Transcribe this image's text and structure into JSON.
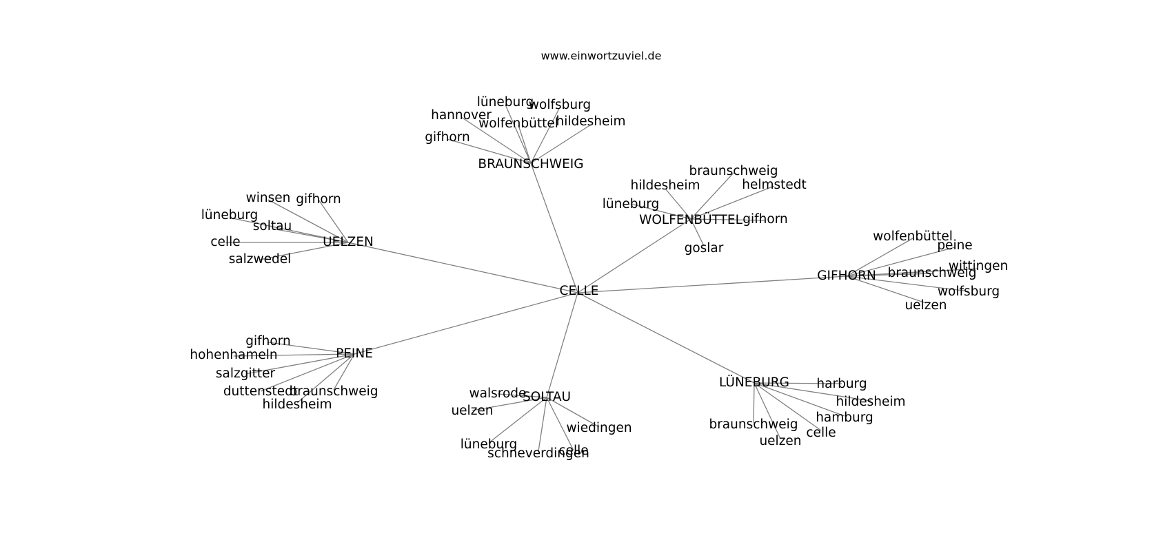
{
  "title": "www.einwortzuviel.de",
  "colors": {
    "edge": "#808080",
    "label": "#000000",
    "background": "#ffffff"
  },
  "graph": {
    "root": "celle",
    "nodes": [
      {
        "id": "celle",
        "label": "CELLE"
      },
      {
        "id": "braunschweig",
        "label": "BRAUNSCHWEIG"
      },
      {
        "id": "braunschweig-luneburg",
        "label": "lüneburg"
      },
      {
        "id": "braunschweig-wolfsburg",
        "label": "wolfsburg"
      },
      {
        "id": "braunschweig-hannover",
        "label": "hannover"
      },
      {
        "id": "braunschweig-wolfenbuttel",
        "label": "wolfenbüttel"
      },
      {
        "id": "braunschweig-hildesheim",
        "label": "hildesheim"
      },
      {
        "id": "braunschweig-gifhorn",
        "label": "gifhorn"
      },
      {
        "id": "wolfenbuttel",
        "label": "WOLFENBÜTTEL"
      },
      {
        "id": "wolfenbuttel-braunschweig",
        "label": "braunschweig"
      },
      {
        "id": "wolfenbuttel-hildesheim",
        "label": "hildesheim"
      },
      {
        "id": "wolfenbuttel-helmstedt",
        "label": "helmstedt"
      },
      {
        "id": "wolfenbuttel-luneburg",
        "label": "lüneburg"
      },
      {
        "id": "wolfenbuttel-gifhorn",
        "label": "gifhorn"
      },
      {
        "id": "wolfenbuttel-goslar",
        "label": "goslar"
      },
      {
        "id": "uelzen",
        "label": "UELZEN"
      },
      {
        "id": "uelzen-winsen",
        "label": "winsen"
      },
      {
        "id": "uelzen-gifhorn",
        "label": "gifhorn"
      },
      {
        "id": "uelzen-luneburg",
        "label": "lüneburg"
      },
      {
        "id": "uelzen-soltau",
        "label": "soltau"
      },
      {
        "id": "uelzen-celle",
        "label": "celle"
      },
      {
        "id": "uelzen-salzwedel",
        "label": "salzwedel"
      },
      {
        "id": "gifhorn",
        "label": "GIFHORN"
      },
      {
        "id": "gifhorn-wolfenbuttel",
        "label": "wolfenbüttel"
      },
      {
        "id": "gifhorn-peine",
        "label": "peine"
      },
      {
        "id": "gifhorn-wittingen",
        "label": "wittingen"
      },
      {
        "id": "gifhorn-braunschweig",
        "label": "braunschweig"
      },
      {
        "id": "gifhorn-wolfsburg",
        "label": "wolfsburg"
      },
      {
        "id": "gifhorn-uelzen",
        "label": "uelzen"
      },
      {
        "id": "peine",
        "label": "PEINE"
      },
      {
        "id": "peine-gifhorn",
        "label": "gifhorn"
      },
      {
        "id": "peine-hohenhameln",
        "label": "hohenhameln"
      },
      {
        "id": "peine-salzgitter",
        "label": "salzgitter"
      },
      {
        "id": "peine-duttenstedt",
        "label": "duttenstedt"
      },
      {
        "id": "peine-braunschweig",
        "label": "braunschweig"
      },
      {
        "id": "peine-hildesheim",
        "label": "hildesheim"
      },
      {
        "id": "soltau",
        "label": "SOLTAU"
      },
      {
        "id": "soltau-walsrode",
        "label": "walsrode"
      },
      {
        "id": "soltau-uelzen",
        "label": "uelzen"
      },
      {
        "id": "soltau-wiedingen",
        "label": "wiedingen"
      },
      {
        "id": "soltau-luneburg",
        "label": "lüneburg"
      },
      {
        "id": "soltau-schneverdingen",
        "label": "schneverdingen"
      },
      {
        "id": "soltau-celle",
        "label": "celle"
      },
      {
        "id": "luneburg",
        "label": "LÜNEBURG"
      },
      {
        "id": "luneburg-harburg",
        "label": "harburg"
      },
      {
        "id": "luneburg-hildesheim",
        "label": "hildesheim"
      },
      {
        "id": "luneburg-hamburg",
        "label": "hamburg"
      },
      {
        "id": "luneburg-braunschweig",
        "label": "braunschweig"
      },
      {
        "id": "luneburg-celle",
        "label": "celle"
      },
      {
        "id": "luneburg-uelzen",
        "label": "uelzen"
      }
    ],
    "edges": [
      [
        "celle",
        "braunschweig"
      ],
      [
        "celle",
        "wolfenbuttel"
      ],
      [
        "celle",
        "uelzen"
      ],
      [
        "celle",
        "gifhorn"
      ],
      [
        "celle",
        "peine"
      ],
      [
        "celle",
        "soltau"
      ],
      [
        "celle",
        "luneburg"
      ],
      [
        "braunschweig",
        "braunschweig-luneburg"
      ],
      [
        "braunschweig",
        "braunschweig-wolfsburg"
      ],
      [
        "braunschweig",
        "braunschweig-hannover"
      ],
      [
        "braunschweig",
        "braunschweig-wolfenbuttel"
      ],
      [
        "braunschweig",
        "braunschweig-hildesheim"
      ],
      [
        "braunschweig",
        "braunschweig-gifhorn"
      ],
      [
        "wolfenbuttel",
        "wolfenbuttel-braunschweig"
      ],
      [
        "wolfenbuttel",
        "wolfenbuttel-hildesheim"
      ],
      [
        "wolfenbuttel",
        "wolfenbuttel-helmstedt"
      ],
      [
        "wolfenbuttel",
        "wolfenbuttel-luneburg"
      ],
      [
        "wolfenbuttel",
        "wolfenbuttel-gifhorn"
      ],
      [
        "wolfenbuttel",
        "wolfenbuttel-goslar"
      ],
      [
        "uelzen",
        "uelzen-winsen"
      ],
      [
        "uelzen",
        "uelzen-gifhorn"
      ],
      [
        "uelzen",
        "uelzen-luneburg"
      ],
      [
        "uelzen",
        "uelzen-soltau"
      ],
      [
        "uelzen",
        "uelzen-celle"
      ],
      [
        "uelzen",
        "uelzen-salzwedel"
      ],
      [
        "gifhorn",
        "gifhorn-wolfenbuttel"
      ],
      [
        "gifhorn",
        "gifhorn-peine"
      ],
      [
        "gifhorn",
        "gifhorn-wittingen"
      ],
      [
        "gifhorn",
        "gifhorn-braunschweig"
      ],
      [
        "gifhorn",
        "gifhorn-wolfsburg"
      ],
      [
        "gifhorn",
        "gifhorn-uelzen"
      ],
      [
        "peine",
        "peine-gifhorn"
      ],
      [
        "peine",
        "peine-hohenhameln"
      ],
      [
        "peine",
        "peine-salzgitter"
      ],
      [
        "peine",
        "peine-duttenstedt"
      ],
      [
        "peine",
        "peine-braunschweig"
      ],
      [
        "peine",
        "peine-hildesheim"
      ],
      [
        "soltau",
        "soltau-walsrode"
      ],
      [
        "soltau",
        "soltau-uelzen"
      ],
      [
        "soltau",
        "soltau-wiedingen"
      ],
      [
        "soltau",
        "soltau-luneburg"
      ],
      [
        "soltau",
        "soltau-schneverdingen"
      ],
      [
        "soltau",
        "soltau-celle"
      ],
      [
        "luneburg",
        "luneburg-harburg"
      ],
      [
        "luneburg",
        "luneburg-hildesheim"
      ],
      [
        "luneburg",
        "luneburg-hamburg"
      ],
      [
        "luneburg",
        "luneburg-braunschweig"
      ],
      [
        "luneburg",
        "luneburg-celle"
      ],
      [
        "luneburg",
        "luneburg-uelzen"
      ]
    ]
  }
}
